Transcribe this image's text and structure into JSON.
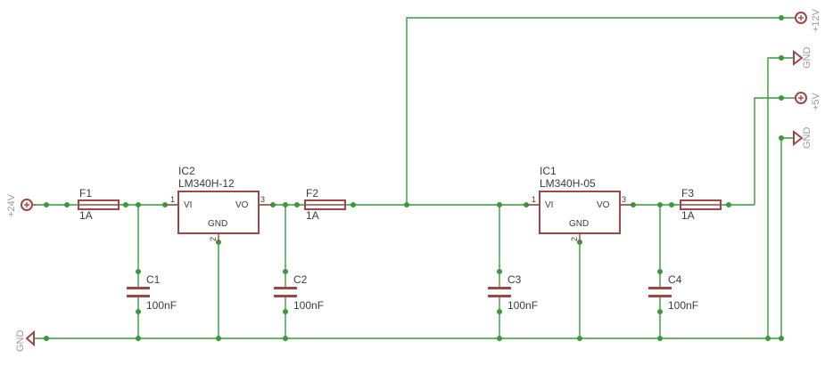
{
  "schematic": {
    "supplies": {
      "in_24v": "+24V",
      "out_12v": "+12V",
      "out_5v": "+5V",
      "gnd_left": "GND",
      "gnd_right_1": "GND",
      "gnd_right_2": "GND"
    },
    "fuses": [
      {
        "ref": "F1",
        "value": "1A"
      },
      {
        "ref": "F2",
        "value": "1A"
      },
      {
        "ref": "F3",
        "value": "1A"
      }
    ],
    "caps": [
      {
        "ref": "C1",
        "value": "100nF"
      },
      {
        "ref": "C2",
        "value": "100nF"
      },
      {
        "ref": "C3",
        "value": "100nF"
      },
      {
        "ref": "C4",
        "value": "100nF"
      }
    ],
    "ics": [
      {
        "ref": "IC2",
        "part": "LM340H-12",
        "pin_in": "VI",
        "pin_out": "VO",
        "pin_gnd": "GND",
        "pin1": "1",
        "pin2": "2",
        "pin3": "3"
      },
      {
        "ref": "IC1",
        "part": "LM340H-05",
        "pin_in": "VI",
        "pin_out": "VO",
        "pin_gnd": "GND",
        "pin1": "1",
        "pin2": "2",
        "pin3": "3"
      }
    ],
    "colors": {
      "wire": "#3a9a3a",
      "symbol": "#a04646",
      "text": "#3a3a3a",
      "supply_text": "#9a9a9a"
    }
  }
}
